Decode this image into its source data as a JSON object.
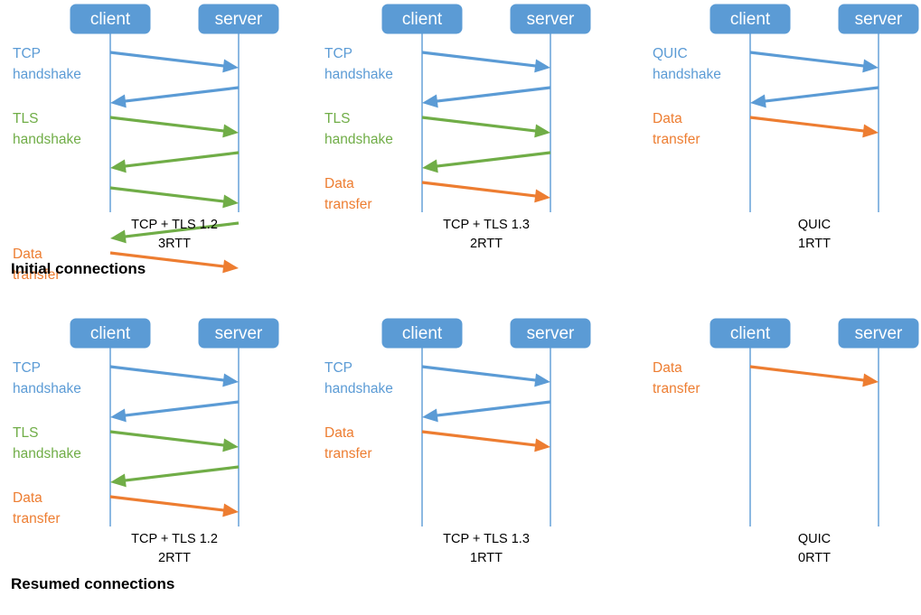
{
  "diagram": {
    "title_initial": "Initial connections",
    "title_resumed": "Resumed connections",
    "node_client": "client",
    "node_server": "server",
    "colors": {
      "node_fill": "#5b9bd5",
      "node_text": "#ffffff",
      "lifeline": "#5b9bd5",
      "tcp": "#5b9bd5",
      "tls": "#70ad47",
      "data": "#ed7d31",
      "caption": "#000000",
      "background": "#ffffff"
    },
    "labels": {
      "tcp_handshake_l1": "TCP",
      "tcp_handshake_l2": "handshake",
      "tls_handshake_l1": "TLS",
      "tls_handshake_l2": "handshake",
      "quic_handshake_l1": "QUIC",
      "quic_handshake_l2": "handshake",
      "data_transfer_l1": "Data",
      "data_transfer_l2": "transfer"
    },
    "panels": [
      {
        "id": "initial-tcp-tls12",
        "row": "initial",
        "caption_line1": "TCP + TLS 1.2",
        "caption_line2": "3RTT",
        "phases": [
          {
            "name": "tcp-handshake",
            "color_key": "tcp",
            "label_line1": "TCP",
            "label_line2": "handshake",
            "messages": 2
          },
          {
            "name": "tls-handshake",
            "color_key": "tls",
            "label_line1": "TLS",
            "label_line2": "handshake",
            "messages": 4
          },
          {
            "name": "data-transfer",
            "color_key": "data",
            "label_line1": "Data",
            "label_line2": "transfer",
            "messages": 1
          }
        ]
      },
      {
        "id": "initial-tcp-tls13",
        "row": "initial",
        "caption_line1": "TCP + TLS 1.3",
        "caption_line2": "2RTT",
        "phases": [
          {
            "name": "tcp-handshake",
            "color_key": "tcp",
            "label_line1": "TCP",
            "label_line2": "handshake",
            "messages": 2
          },
          {
            "name": "tls-handshake",
            "color_key": "tls",
            "label_line1": "TLS",
            "label_line2": "handshake",
            "messages": 2
          },
          {
            "name": "data-transfer",
            "color_key": "data",
            "label_line1": "Data",
            "label_line2": "transfer",
            "messages": 1
          }
        ]
      },
      {
        "id": "initial-quic",
        "row": "initial",
        "caption_line1": "QUIC",
        "caption_line2": "1RTT",
        "phases": [
          {
            "name": "quic-handshake",
            "color_key": "tcp",
            "label_line1": "QUIC",
            "label_line2": "handshake",
            "messages": 2
          },
          {
            "name": "data-transfer",
            "color_key": "data",
            "label_line1": "Data",
            "label_line2": "transfer",
            "messages": 1
          }
        ]
      },
      {
        "id": "resumed-tcp-tls12",
        "row": "resumed",
        "caption_line1": "TCP + TLS 1.2",
        "caption_line2": "2RTT",
        "phases": [
          {
            "name": "tcp-handshake",
            "color_key": "tcp",
            "label_line1": "TCP",
            "label_line2": "handshake",
            "messages": 2
          },
          {
            "name": "tls-handshake",
            "color_key": "tls",
            "label_line1": "TLS",
            "label_line2": "handshake",
            "messages": 2
          },
          {
            "name": "data-transfer",
            "color_key": "data",
            "label_line1": "Data",
            "label_line2": "transfer",
            "messages": 1
          }
        ]
      },
      {
        "id": "resumed-tcp-tls13",
        "row": "resumed",
        "caption_line1": "TCP + TLS 1.3",
        "caption_line2": "1RTT",
        "phases": [
          {
            "name": "tcp-handshake",
            "color_key": "tcp",
            "label_line1": "TCP",
            "label_line2": "handshake",
            "messages": 2
          },
          {
            "name": "data-transfer",
            "color_key": "data",
            "label_line1": "Data",
            "label_line2": "transfer",
            "messages": 1
          }
        ]
      },
      {
        "id": "resumed-quic",
        "row": "resumed",
        "caption_line1": "QUIC",
        "caption_line2": "0RTT",
        "phases": [
          {
            "name": "data-transfer",
            "color_key": "data",
            "label_line1": "Data",
            "label_line2": "transfer",
            "messages": 1
          }
        ]
      }
    ]
  }
}
